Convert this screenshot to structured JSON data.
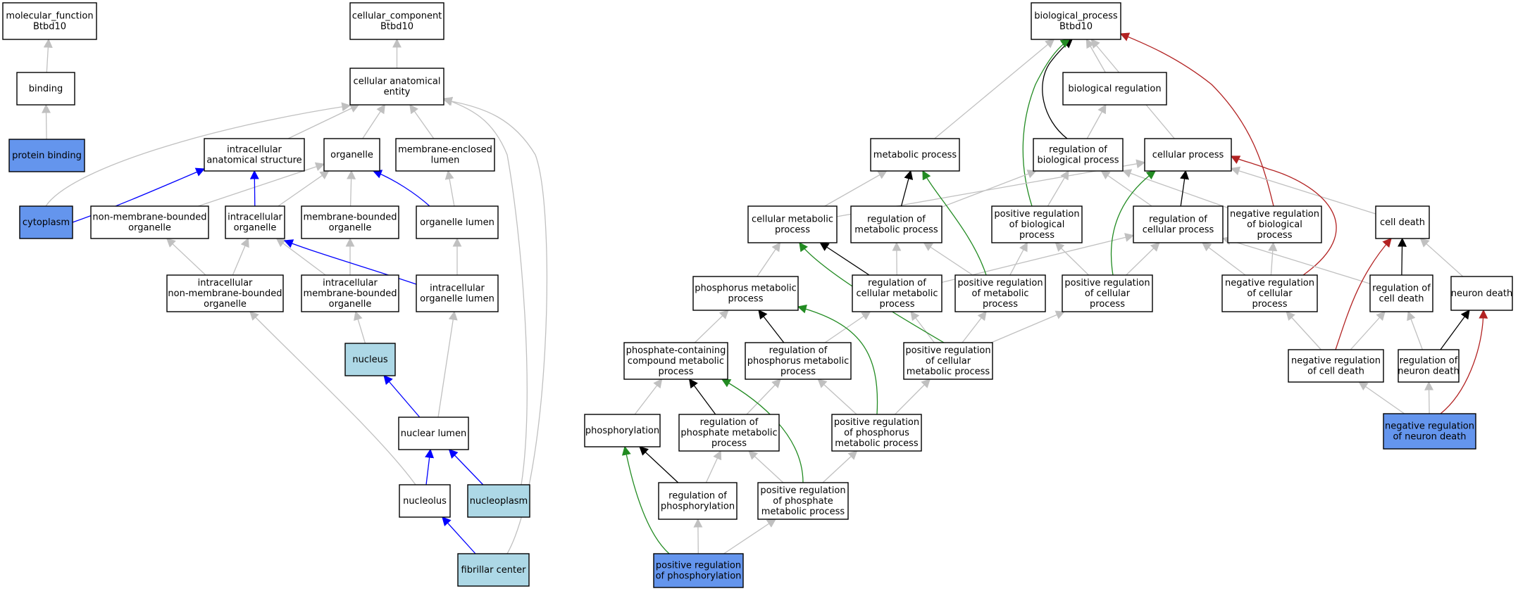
{
  "colors": {
    "plain": "#ffffff",
    "highlight_dark": "#6495ed",
    "highlight_light": "#add8e6",
    "is_a": "#c0c0c0",
    "part_of": "#0000ff",
    "regulates": "#000000",
    "positively_regulates": "#228b22",
    "negatively_regulates": "#b22222"
  },
  "nodes": {
    "mf_root": {
      "lines": [
        "molecular_function",
        "Btbd10"
      ],
      "fill": "plain"
    },
    "binding": {
      "lines": [
        "binding"
      ],
      "fill": "plain"
    },
    "protein_binding": {
      "lines": [
        "protein binding"
      ],
      "fill": "highlight_dark"
    },
    "cc_root": {
      "lines": [
        "cellular_component",
        "Btbd10"
      ],
      "fill": "plain"
    },
    "cae": {
      "lines": [
        "cellular anatomical",
        "entity"
      ],
      "fill": "plain"
    },
    "ias": {
      "lines": [
        "intracellular",
        "anatomical structure"
      ],
      "fill": "plain"
    },
    "organelle": {
      "lines": [
        "organelle"
      ],
      "fill": "plain"
    },
    "mel": {
      "lines": [
        "membrane-enclosed",
        "lumen"
      ],
      "fill": "plain"
    },
    "cytoplasm": {
      "lines": [
        "cytoplasm"
      ],
      "fill": "highlight_dark"
    },
    "nmbo": {
      "lines": [
        "non-membrane-bounded",
        "organelle"
      ],
      "fill": "plain"
    },
    "io": {
      "lines": [
        "intracellular",
        "organelle"
      ],
      "fill": "plain"
    },
    "mbo": {
      "lines": [
        "membrane-bounded",
        "organelle"
      ],
      "fill": "plain"
    },
    "ol": {
      "lines": [
        "organelle lumen"
      ],
      "fill": "plain"
    },
    "inmbo": {
      "lines": [
        "intracellular",
        "non-membrane-bounded",
        "organelle"
      ],
      "fill": "plain"
    },
    "imbo": {
      "lines": [
        "intracellular",
        "membrane-bounded",
        "organelle"
      ],
      "fill": "plain"
    },
    "iol": {
      "lines": [
        "intracellular",
        "organelle lumen"
      ],
      "fill": "plain"
    },
    "nucleus": {
      "lines": [
        "nucleus"
      ],
      "fill": "highlight_light"
    },
    "nl": {
      "lines": [
        "nuclear lumen"
      ],
      "fill": "plain"
    },
    "nucleolus": {
      "lines": [
        "nucleolus"
      ],
      "fill": "plain"
    },
    "nucleoplasm": {
      "lines": [
        "nucleoplasm"
      ],
      "fill": "highlight_light"
    },
    "fc": {
      "lines": [
        "fibrillar center"
      ],
      "fill": "highlight_light"
    },
    "bp_root": {
      "lines": [
        "biological_process",
        "Btbd10"
      ],
      "fill": "plain"
    },
    "breg": {
      "lines": [
        "biological regulation"
      ],
      "fill": "plain"
    },
    "metp": {
      "lines": [
        "metabolic process"
      ],
      "fill": "plain"
    },
    "rbp": {
      "lines": [
        "regulation of",
        "biological process"
      ],
      "fill": "plain"
    },
    "cellp": {
      "lines": [
        "cellular process"
      ],
      "fill": "plain"
    },
    "cmp": {
      "lines": [
        "cellular metabolic",
        "process"
      ],
      "fill": "plain"
    },
    "rmp": {
      "lines": [
        "regulation of",
        "metabolic process"
      ],
      "fill": "plain"
    },
    "prbp": {
      "lines": [
        "positive regulation",
        "of biological",
        "process"
      ],
      "fill": "plain"
    },
    "rcp": {
      "lines": [
        "regulation of",
        "cellular process"
      ],
      "fill": "plain"
    },
    "nrbp": {
      "lines": [
        "negative regulation",
        "of biological",
        "process"
      ],
      "fill": "plain"
    },
    "cd": {
      "lines": [
        "cell death"
      ],
      "fill": "plain"
    },
    "pmp": {
      "lines": [
        "phosphorus metabolic",
        "process"
      ],
      "fill": "plain"
    },
    "rcmp": {
      "lines": [
        "regulation of",
        "cellular metabolic",
        "process"
      ],
      "fill": "plain"
    },
    "prmp": {
      "lines": [
        "positive regulation",
        "of metabolic",
        "process"
      ],
      "fill": "plain"
    },
    "prcp": {
      "lines": [
        "positive regulation",
        "of cellular",
        "process"
      ],
      "fill": "plain"
    },
    "nrcp": {
      "lines": [
        "negative regulation",
        "of cellular",
        "process"
      ],
      "fill": "plain"
    },
    "rcd": {
      "lines": [
        "regulation of",
        "cell death"
      ],
      "fill": "plain"
    },
    "nd": {
      "lines": [
        "neuron death"
      ],
      "fill": "plain"
    },
    "pccmp": {
      "lines": [
        "phosphate-containing",
        "compound metabolic",
        "process"
      ],
      "fill": "plain"
    },
    "rpmp": {
      "lines": [
        "regulation of",
        "phosphorus metabolic",
        "process"
      ],
      "fill": "plain"
    },
    "prcmp": {
      "lines": [
        "positive regulation",
        "of cellular",
        "metabolic process"
      ],
      "fill": "plain"
    },
    "nrcd": {
      "lines": [
        "negative regulation",
        "of cell death"
      ],
      "fill": "plain"
    },
    "rnd": {
      "lines": [
        "regulation of",
        "neuron death"
      ],
      "fill": "plain"
    },
    "phos": {
      "lines": [
        "phosphorylation"
      ],
      "fill": "plain"
    },
    "rphmp": {
      "lines": [
        "regulation of",
        "phosphate metabolic",
        "process"
      ],
      "fill": "plain"
    },
    "prpmp": {
      "lines": [
        "positive regulation",
        "of phosphorus",
        "metabolic process"
      ],
      "fill": "plain"
    },
    "nrnd": {
      "lines": [
        "negative regulation",
        "of neuron death"
      ],
      "fill": "highlight_dark"
    },
    "rphos": {
      "lines": [
        "regulation of",
        "phosphorylation"
      ],
      "fill": "plain"
    },
    "prphmp": {
      "lines": [
        "positive regulation",
        "of phosphate",
        "metabolic process"
      ],
      "fill": "plain"
    },
    "prphos": {
      "lines": [
        "positive regulation",
        "of phosphorylation"
      ],
      "fill": "highlight_dark"
    }
  },
  "edges": [
    {
      "from": "binding",
      "to": "mf_root",
      "rel": "is_a"
    },
    {
      "from": "protein_binding",
      "to": "binding",
      "rel": "is_a"
    },
    {
      "from": "cae",
      "to": "cc_root",
      "rel": "is_a"
    },
    {
      "from": "ias",
      "to": "cae",
      "rel": "is_a"
    },
    {
      "from": "organelle",
      "to": "cae",
      "rel": "is_a"
    },
    {
      "from": "mel",
      "to": "cae",
      "rel": "is_a"
    },
    {
      "from": "cytoplasm",
      "to": "cae",
      "rel": "is_a"
    },
    {
      "from": "cytoplasm",
      "to": "ias",
      "rel": "part_of"
    },
    {
      "from": "nmbo",
      "to": "organelle",
      "rel": "is_a"
    },
    {
      "from": "io",
      "to": "organelle",
      "rel": "is_a"
    },
    {
      "from": "io",
      "to": "ias",
      "rel": "part_of"
    },
    {
      "from": "mbo",
      "to": "organelle",
      "rel": "is_a"
    },
    {
      "from": "ol",
      "to": "mel",
      "rel": "is_a"
    },
    {
      "from": "ol",
      "to": "organelle",
      "rel": "part_of"
    },
    {
      "from": "inmbo",
      "to": "nmbo",
      "rel": "is_a"
    },
    {
      "from": "inmbo",
      "to": "io",
      "rel": "is_a"
    },
    {
      "from": "imbo",
      "to": "io",
      "rel": "is_a"
    },
    {
      "from": "imbo",
      "to": "mbo",
      "rel": "is_a"
    },
    {
      "from": "iol",
      "to": "ol",
      "rel": "is_a"
    },
    {
      "from": "iol",
      "to": "io",
      "rel": "part_of"
    },
    {
      "from": "nucleus",
      "to": "imbo",
      "rel": "is_a"
    },
    {
      "from": "nl",
      "to": "iol",
      "rel": "is_a"
    },
    {
      "from": "nl",
      "to": "nucleus",
      "rel": "part_of"
    },
    {
      "from": "nucleolus",
      "to": "inmbo",
      "rel": "is_a"
    },
    {
      "from": "nucleolus",
      "to": "nl",
      "rel": "part_of"
    },
    {
      "from": "nucleoplasm",
      "to": "cae",
      "rel": "is_a"
    },
    {
      "from": "nucleoplasm",
      "to": "nl",
      "rel": "part_of"
    },
    {
      "from": "fc",
      "to": "cae",
      "rel": "is_a"
    },
    {
      "from": "fc",
      "to": "nucleolus",
      "rel": "part_of"
    },
    {
      "from": "breg",
      "to": "bp_root",
      "rel": "is_a"
    },
    {
      "from": "metp",
      "to": "bp_root",
      "rel": "is_a"
    },
    {
      "from": "cellp",
      "to": "bp_root",
      "rel": "is_a"
    },
    {
      "from": "rbp",
      "to": "breg",
      "rel": "is_a"
    },
    {
      "from": "rbp",
      "to": "bp_root",
      "rel": "regulates"
    },
    {
      "from": "prbp",
      "to": "rbp",
      "rel": "is_a"
    },
    {
      "from": "prbp",
      "to": "bp_root",
      "rel": "positively_regulates"
    },
    {
      "from": "nrbp",
      "to": "rbp",
      "rel": "is_a"
    },
    {
      "from": "nrbp",
      "to": "bp_root",
      "rel": "negatively_regulates"
    },
    {
      "from": "cmp",
      "to": "metp",
      "rel": "is_a"
    },
    {
      "from": "cmp",
      "to": "cellp",
      "rel": "is_a"
    },
    {
      "from": "rmp",
      "to": "rbp",
      "rel": "is_a"
    },
    {
      "from": "rmp",
      "to": "metp",
      "rel": "regulates"
    },
    {
      "from": "rcp",
      "to": "rbp",
      "rel": "is_a"
    },
    {
      "from": "rcp",
      "to": "cellp",
      "rel": "regulates"
    },
    {
      "from": "cd",
      "to": "cellp",
      "rel": "is_a"
    },
    {
      "from": "pmp",
      "to": "cmp",
      "rel": "is_a"
    },
    {
      "from": "rcmp",
      "to": "rmp",
      "rel": "is_a"
    },
    {
      "from": "rcmp",
      "to": "rcp",
      "rel": "is_a"
    },
    {
      "from": "rcmp",
      "to": "cmp",
      "rel": "regulates"
    },
    {
      "from": "prmp",
      "to": "rmp",
      "rel": "is_a"
    },
    {
      "from": "prmp",
      "to": "prbp",
      "rel": "is_a"
    },
    {
      "from": "prmp",
      "to": "metp",
      "rel": "positively_regulates"
    },
    {
      "from": "prcp",
      "to": "prbp",
      "rel": "is_a"
    },
    {
      "from": "prcp",
      "to": "rcp",
      "rel": "is_a"
    },
    {
      "from": "prcp",
      "to": "cellp",
      "rel": "positively_regulates"
    },
    {
      "from": "nrcp",
      "to": "nrbp",
      "rel": "is_a"
    },
    {
      "from": "nrcp",
      "to": "rcp",
      "rel": "is_a"
    },
    {
      "from": "nrcp",
      "to": "cellp",
      "rel": "negatively_regulates"
    },
    {
      "from": "rcd",
      "to": "rcp",
      "rel": "is_a"
    },
    {
      "from": "rcd",
      "to": "cd",
      "rel": "regulates"
    },
    {
      "from": "nd",
      "to": "cd",
      "rel": "is_a"
    },
    {
      "from": "pccmp",
      "to": "pmp",
      "rel": "is_a"
    },
    {
      "from": "rpmp",
      "to": "rcmp",
      "rel": "is_a"
    },
    {
      "from": "rpmp",
      "to": "pmp",
      "rel": "regulates"
    },
    {
      "from": "prcmp",
      "to": "rcmp",
      "rel": "is_a"
    },
    {
      "from": "prcmp",
      "to": "prmp",
      "rel": "is_a"
    },
    {
      "from": "prcmp",
      "to": "prcp",
      "rel": "is_a"
    },
    {
      "from": "prcmp",
      "to": "cmp",
      "rel": "positively_regulates"
    },
    {
      "from": "nrcd",
      "to": "nrcp",
      "rel": "is_a"
    },
    {
      "from": "nrcd",
      "to": "rcd",
      "rel": "is_a"
    },
    {
      "from": "nrcd",
      "to": "cd",
      "rel": "negatively_regulates"
    },
    {
      "from": "rnd",
      "to": "rcd",
      "rel": "is_a"
    },
    {
      "from": "rnd",
      "to": "nd",
      "rel": "regulates"
    },
    {
      "from": "phos",
      "to": "pccmp",
      "rel": "is_a"
    },
    {
      "from": "rphmp",
      "to": "rpmp",
      "rel": "is_a"
    },
    {
      "from": "rphmp",
      "to": "pccmp",
      "rel": "regulates"
    },
    {
      "from": "prpmp",
      "to": "rpmp",
      "rel": "is_a"
    },
    {
      "from": "prpmp",
      "to": "prcmp",
      "rel": "is_a"
    },
    {
      "from": "prpmp",
      "to": "pmp",
      "rel": "positively_regulates"
    },
    {
      "from": "nrnd",
      "to": "nrcd",
      "rel": "is_a"
    },
    {
      "from": "nrnd",
      "to": "rnd",
      "rel": "is_a"
    },
    {
      "from": "nrnd",
      "to": "nd",
      "rel": "negatively_regulates"
    },
    {
      "from": "rphos",
      "to": "rphmp",
      "rel": "is_a"
    },
    {
      "from": "rphos",
      "to": "phos",
      "rel": "regulates"
    },
    {
      "from": "prphmp",
      "to": "rphmp",
      "rel": "is_a"
    },
    {
      "from": "prphmp",
      "to": "prpmp",
      "rel": "is_a"
    },
    {
      "from": "prphmp",
      "to": "pccmp",
      "rel": "positively_regulates"
    },
    {
      "from": "prphos",
      "to": "rphos",
      "rel": "is_a"
    },
    {
      "from": "prphos",
      "to": "prphmp",
      "rel": "is_a"
    },
    {
      "from": "prphos",
      "to": "phos",
      "rel": "positively_regulates"
    }
  ]
}
